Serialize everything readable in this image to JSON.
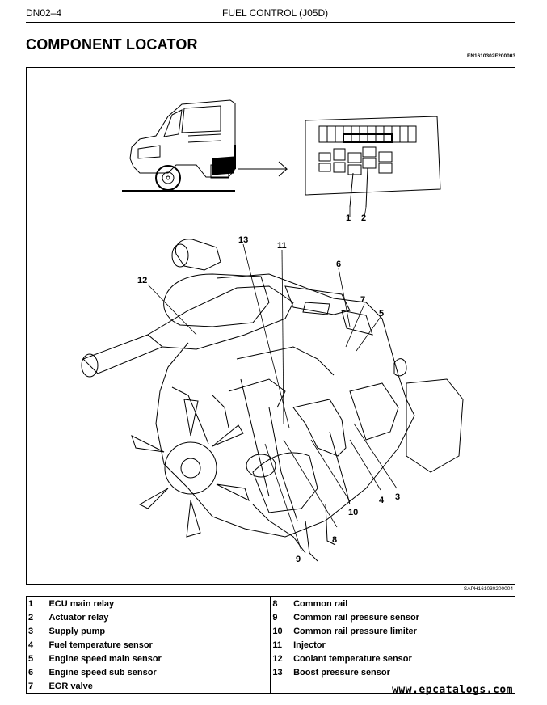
{
  "header": {
    "page_ref": "DN02–4",
    "section_title": "FUEL CONTROL (J05D)"
  },
  "title": "COMPONENT LOCATOR",
  "doc_code": "EN1610302F200003",
  "figure_code": "SAPH161030200004",
  "callouts": [
    "1",
    "2",
    "3",
    "4",
    "5",
    "6",
    "7",
    "8",
    "9",
    "10",
    "11",
    "12",
    "13"
  ],
  "legend": {
    "left": [
      {
        "num": "1",
        "label": "ECU main relay"
      },
      {
        "num": "2",
        "label": "Actuator relay"
      },
      {
        "num": "3",
        "label": "Supply pump"
      },
      {
        "num": "4",
        "label": "Fuel temperature sensor"
      },
      {
        "num": "5",
        "label": "Engine speed main sensor"
      },
      {
        "num": "6",
        "label": "Engine speed sub sensor"
      },
      {
        "num": "7",
        "label": "EGR valve"
      }
    ],
    "right": [
      {
        "num": "8",
        "label": "Common rail"
      },
      {
        "num": "9",
        "label": "Common rail pressure sensor"
      },
      {
        "num": "10",
        "label": "Common rail pressure limiter"
      },
      {
        "num": "11",
        "label": "Injector"
      },
      {
        "num": "12",
        "label": "Coolant temperature sensor"
      },
      {
        "num": "13",
        "label": "Boost pressure sensor"
      }
    ]
  },
  "watermark": "www.epcatalogs.com"
}
